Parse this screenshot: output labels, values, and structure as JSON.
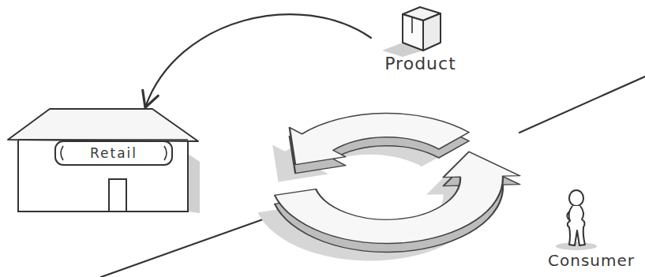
{
  "diagram": {
    "nodes": [
      {
        "text": [
          "Product"
        ]
      },
      {
        "text": [
          "Retail"
        ]
      },
      {
        "text": [
          "Consumer"
        ]
      }
    ],
    "edges": [
      {
        "from": 0,
        "to": 1,
        "arrow": "to"
      }
    ]
  }
}
